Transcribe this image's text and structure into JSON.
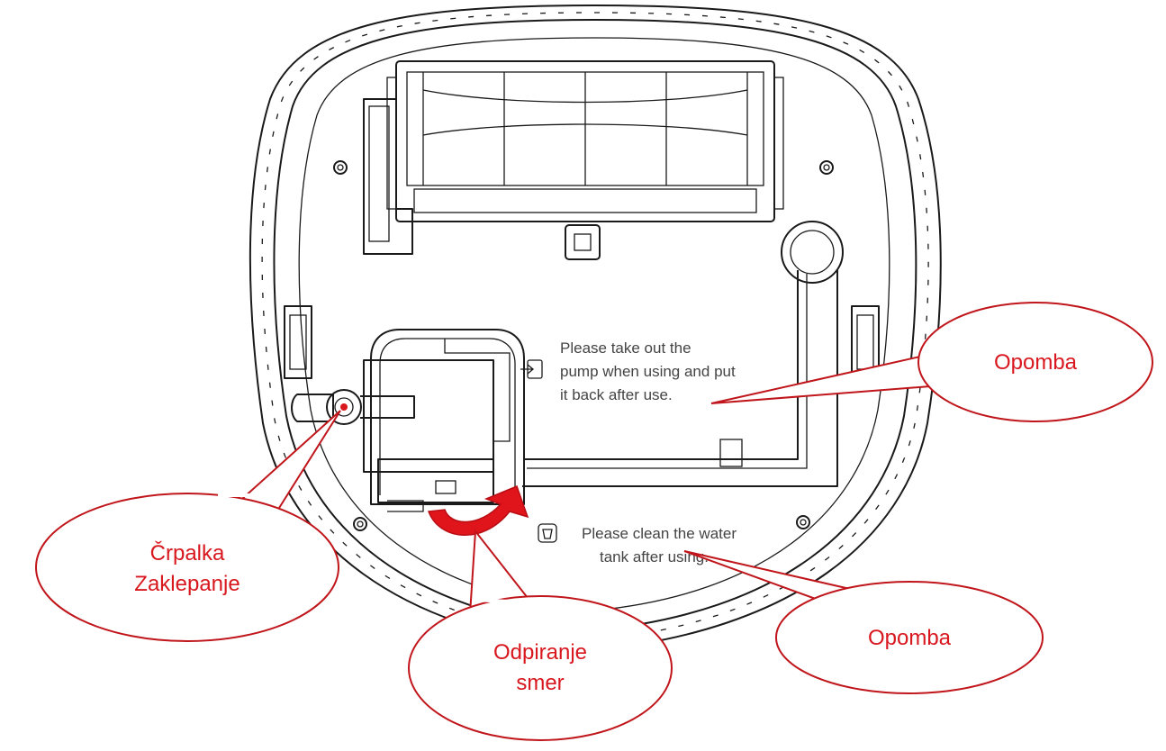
{
  "diagram": {
    "printed_notes": {
      "pump_note": [
        "Please take out the",
        "pump when using and put",
        "it back after use."
      ],
      "tank_note": [
        "Please clean the water",
        "tank after using."
      ]
    },
    "callouts": {
      "note_top": "Opomba",
      "pump_lock": [
        "Črpalka",
        "Zaklepanje"
      ],
      "opening_direction": [
        "Odpiranje",
        "smer"
      ],
      "note_bottom": "Opomba"
    },
    "colors": {
      "line": "#1a1a1a",
      "callout": "#d8171e",
      "arrow": "#e0141b"
    },
    "icons": {
      "pump_note_icon": "pump-remove-icon",
      "tank_note_icon": "water-tank-icon",
      "rotation_arrow": "curved-arrow-icon"
    }
  }
}
